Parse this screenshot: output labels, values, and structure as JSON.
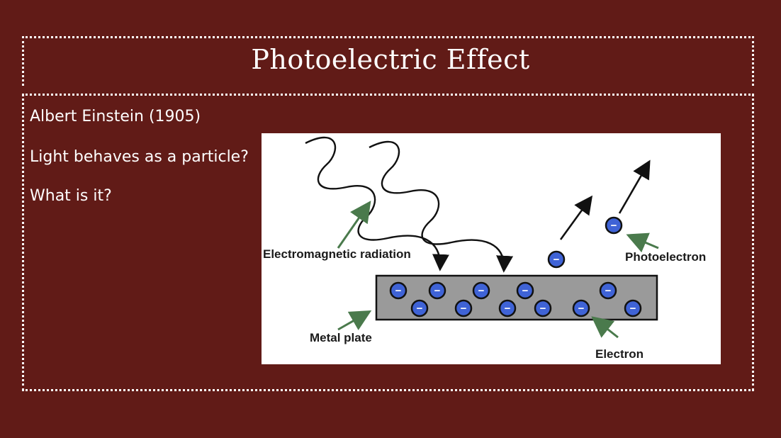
{
  "slide": {
    "title": "Photoelectric Effect",
    "bullets": [
      "Albert Einstein (1905)",
      "Light behaves as a particle?",
      "What is it?"
    ]
  },
  "diagram": {
    "labels": {
      "radiation": "Electromagnetic radiation",
      "photoelectron": "Photoelectron",
      "metal_plate": "Metal plate",
      "electron": "Electron"
    },
    "electron_symbol": "−",
    "colors": {
      "background": "#611b17",
      "plate": "#9a9a9a",
      "electron": "#3f63d6",
      "pointer_arrow": "#4a7a4c"
    }
  }
}
